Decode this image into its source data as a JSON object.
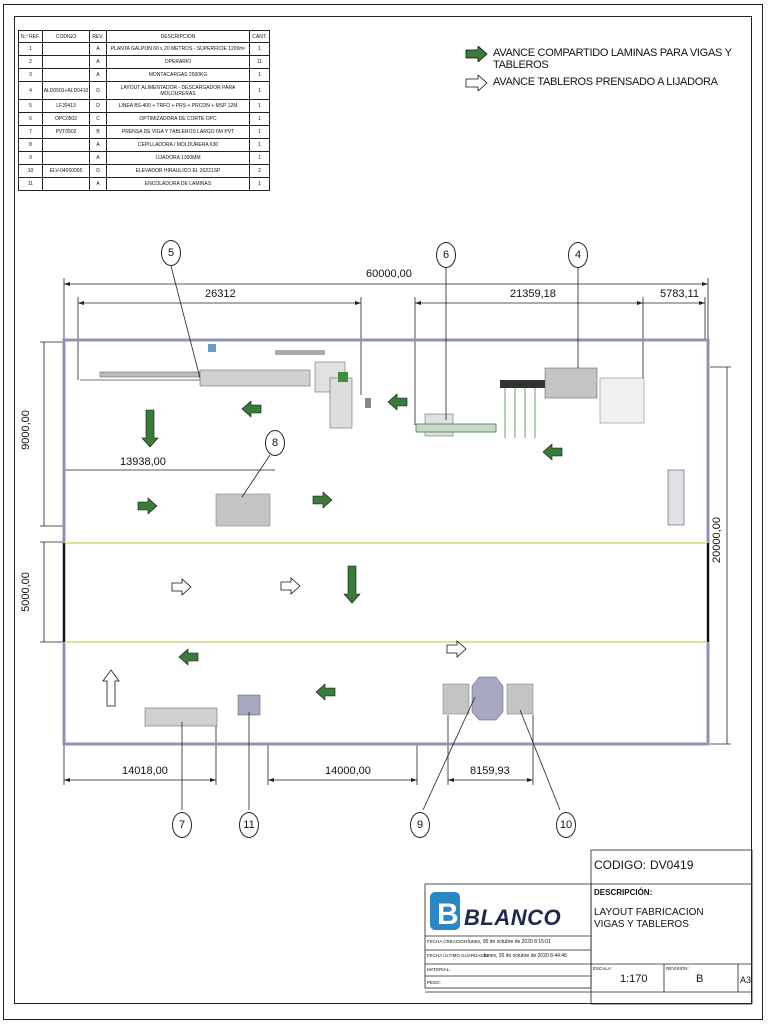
{
  "bom": {
    "headers": [
      "N.º REF.",
      "CODIGO",
      "REV.",
      "DESCRIPCION",
      "CANT."
    ],
    "rows": [
      [
        "1",
        "",
        "A",
        "PLANTA GALPON 60 x 20 METROS - SUPERFICIE 1200m²",
        "1"
      ],
      [
        "2",
        "",
        "A",
        "OPERARIO",
        "11"
      ],
      [
        "3",
        "",
        "A",
        "MONTACARGAS 2500KG",
        "1"
      ],
      [
        "4",
        "ALD0501+ALD0410",
        "D",
        "LAYOUT ALIMENTADOR - DESCARGADOR PARA MOLDURERAS",
        "1"
      ],
      [
        "5",
        "LFJ0413",
        "D",
        "LINEA BS-400 + TRFO + PRS + PRCON + MSP 12M",
        "1"
      ],
      [
        "6",
        "OPC0502",
        "C",
        "OPTIMIZADORA DE CORTE OPC",
        "1"
      ],
      [
        "7",
        "PVT0502",
        "B",
        "PRENSA DE VIGA Y TABLEROS LARGO 6M PVT",
        "1"
      ],
      [
        "8",
        "",
        "A",
        "CEPILLADORA / MOLDURERA 630",
        "1"
      ],
      [
        "9",
        "",
        "A",
        "LIJADORA 1300MM",
        "1"
      ],
      [
        "10",
        "ELV-04000005",
        "D",
        "ELEVADOR HIRAULICO EL 30221SP",
        "2"
      ],
      [
        "11",
        "",
        "A",
        "ENCOLADORA DE LAMINAS",
        "1"
      ]
    ]
  },
  "legend": {
    "item1": "AVANCE COMPARTIDO LAMINAS PARA VIGAS Y TABLEROS",
    "item2": "AVANCE TABLEROS PRENSADO A LIJADORA"
  },
  "dimensions": {
    "total_length": "60000,00",
    "d1": "26312",
    "d2": "21359,18",
    "d3": "5783,11",
    "d4": "13938,00",
    "height_left_top": "9000,00",
    "height_left_mid": "5000,00",
    "height_right": "20000,00",
    "d5": "14018,00",
    "d6": "14000,00",
    "d7": "8159,93"
  },
  "balloons": [
    "5",
    "6",
    "4",
    "8",
    "7",
    "11",
    "9",
    "10"
  ],
  "title_block": {
    "codigo_label": "CODIGO:",
    "codigo_value": "DV0419",
    "descripcion_label": "DESCRIPCIÓN:",
    "descripcion_value": "LAYOUT FABRICACION VIGAS Y TABLEROS",
    "logo_text": "BLANCO",
    "fecha_creacion_label": "FECHA CREACIÓN:",
    "fecha_creacion_value": "lunes, 05 de octubre de 2020 8:15:01",
    "fecha_guardado_label": "FECHA ÚLTIMO GUARDADO:",
    "fecha_guardado_value": "lunes, 26 de octubre de 2020 8:44:46",
    "material_label": "MATERIAL:",
    "peso_label": "PESO:",
    "escala_label": "ESCALA:",
    "escala_value": "1:170",
    "revision_label": "REVISIÓN:",
    "revision_value": "B",
    "size_value": "A3"
  },
  "colors": {
    "arrow_green": "#3a7a3a",
    "wall": "#8f93b5",
    "aisle_line": "#d9d47a",
    "machine_gray": "#c4c4c4",
    "logo_blue": "#2d86c4"
  }
}
